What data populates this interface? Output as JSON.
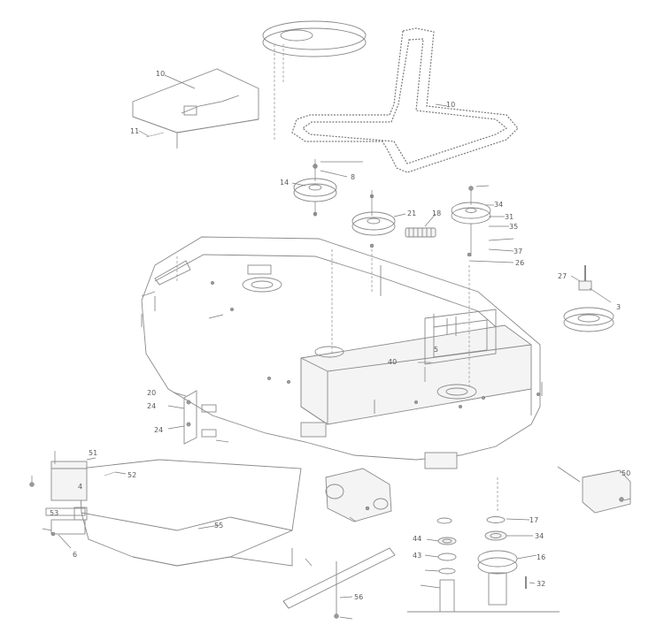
{
  "diagram": {
    "callouts": [
      {
        "id": "c10a",
        "text": "10"
      },
      {
        "id": "c11",
        "text": "11"
      },
      {
        "id": "c10b",
        "text": "10"
      },
      {
        "id": "c14",
        "text": "14"
      },
      {
        "id": "c8",
        "text": "8"
      },
      {
        "id": "c21",
        "text": "21"
      },
      {
        "id": "c18",
        "text": "18"
      },
      {
        "id": "c34a",
        "text": "34"
      },
      {
        "id": "c31",
        "text": "31"
      },
      {
        "id": "c35",
        "text": "35"
      },
      {
        "id": "c37",
        "text": "37"
      },
      {
        "id": "c26",
        "text": "26"
      },
      {
        "id": "c27",
        "text": "27"
      },
      {
        "id": "c3",
        "text": "3"
      },
      {
        "id": "c40",
        "text": "40"
      },
      {
        "id": "c5",
        "text": "5"
      },
      {
        "id": "c20",
        "text": "20"
      },
      {
        "id": "c24a",
        "text": "24"
      },
      {
        "id": "c24b",
        "text": "24"
      },
      {
        "id": "c51",
        "text": "51"
      },
      {
        "id": "c52",
        "text": "52"
      },
      {
        "id": "c53",
        "text": "53"
      },
      {
        "id": "c4",
        "text": "4"
      },
      {
        "id": "c55",
        "text": "55"
      },
      {
        "id": "c50",
        "text": "50"
      },
      {
        "id": "c44",
        "text": "44"
      },
      {
        "id": "c43",
        "text": "43"
      },
      {
        "id": "c17",
        "text": "17"
      },
      {
        "id": "c34b",
        "text": "34"
      },
      {
        "id": "c16",
        "text": "16"
      },
      {
        "id": "c32",
        "text": "32"
      },
      {
        "id": "c56",
        "text": "56"
      },
      {
        "id": "c6",
        "text": "6"
      }
    ]
  }
}
